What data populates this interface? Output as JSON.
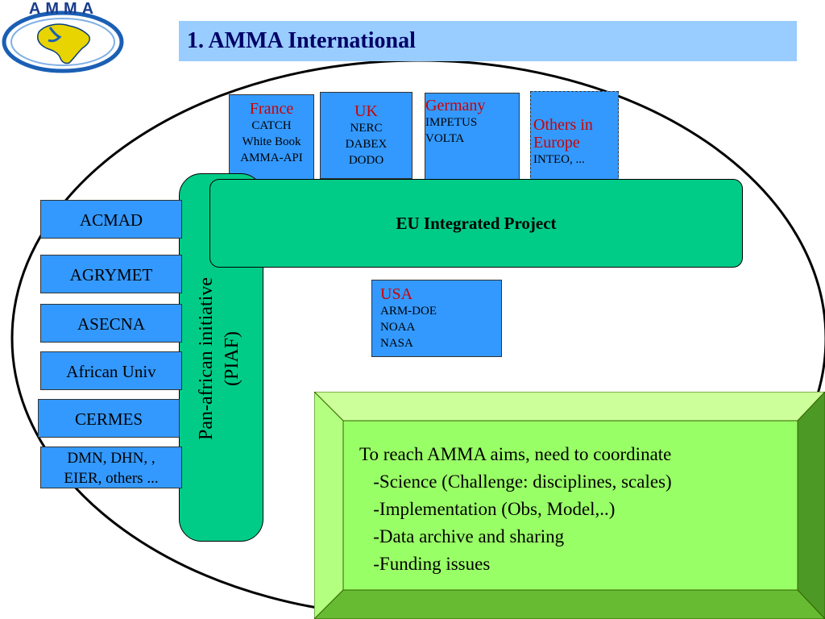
{
  "logo": {
    "text": "AMMA",
    "colors": {
      "ring": "#1a5fb4",
      "africa": "#e8d400",
      "text": "#1a3d8c"
    }
  },
  "title": "1. AMMA International",
  "europe": [
    {
      "header": "France",
      "lines": [
        "CATCH",
        "White Book",
        "AMMA-API"
      ]
    },
    {
      "header": "UK",
      "lines": [
        "NERC",
        "DABEX",
        "DODO"
      ]
    },
    {
      "header": "Germany",
      "lines": [
        "IMPETUS",
        "VOLTA"
      ]
    },
    {
      "header_lines": [
        "Others in",
        "Europe"
      ],
      "lines": [
        "INTEO, ..."
      ]
    }
  ],
  "eu_project": "EU Integrated Project",
  "piaf": {
    "line1": "Pan-african initiative",
    "line2": "(PIAF)"
  },
  "usa": {
    "header": "USA",
    "lines": [
      "ARM-DOE",
      "NOAA",
      "NASA"
    ]
  },
  "african": [
    {
      "label": "ACMAD"
    },
    {
      "label": "AGRYMET"
    },
    {
      "label": "ASECNA"
    },
    {
      "label": "African Univ"
    },
    {
      "label": "CERMES"
    },
    {
      "lines": [
        "DMN, DHN, ,",
        "EIER, others ..."
      ]
    }
  ],
  "aims": {
    "lines": [
      "To reach AMMA aims, need to coordinate",
      "   -Science (Challenge: disciplines, scales)",
      "   -Implementation (Obs, Model,..)",
      "   -Data archive and sharing",
      "   -Funding issues"
    ]
  },
  "colors": {
    "blue_box": "#3399ff",
    "green_shape": "#00cc88",
    "title_bar": "#99ccff",
    "bevel_face": "#99ff66"
  }
}
